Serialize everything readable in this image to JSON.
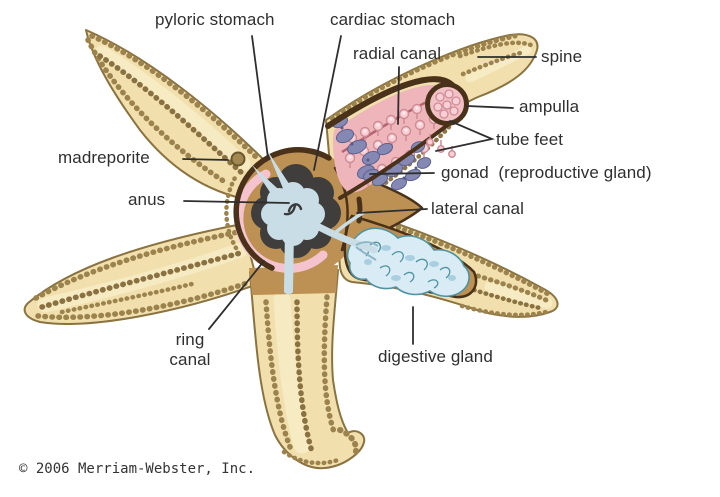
{
  "labels": {
    "pyloric_stomach": "pyloric stomach",
    "cardiac_stomach": "cardiac stomach",
    "radial_canal": "radial canal",
    "spine": "spine",
    "ampulla": "ampulla",
    "tube_feet": "tube feet",
    "gonad": "gonad  (reproductive gland)",
    "lateral_canal": "lateral canal",
    "madreporite": "madreporite",
    "anus": "anus",
    "ring_canal": "ring\ncanal",
    "digestive_gland": "digestive gland"
  },
  "credit": "© 2006 Merriam-Webster, Inc.",
  "palette": {
    "body_tan": "#f1e0ad",
    "body_outline": "#8a7340",
    "bead_brown": "#9c824c",
    "cut_wall_dark": "#4a3119",
    "interior_brown": "#bc9153",
    "ring_canal_pink": "#f4c3cd",
    "cardiac_dark": "#3f3e3c",
    "pyloric_blue": "#c9dde6",
    "arm_interior_pink": "#eeb5bb",
    "ampulla_pink": "#f8cfd4",
    "ampulla_rim": "#cf8b95",
    "gonad_purple": "#8588b2",
    "digestive_gland_blue": "#d9ecf5",
    "digestive_gland_teal": "#4f93a0",
    "label_text": "#2f2f2f",
    "leader_line": "#2e2e2e"
  }
}
